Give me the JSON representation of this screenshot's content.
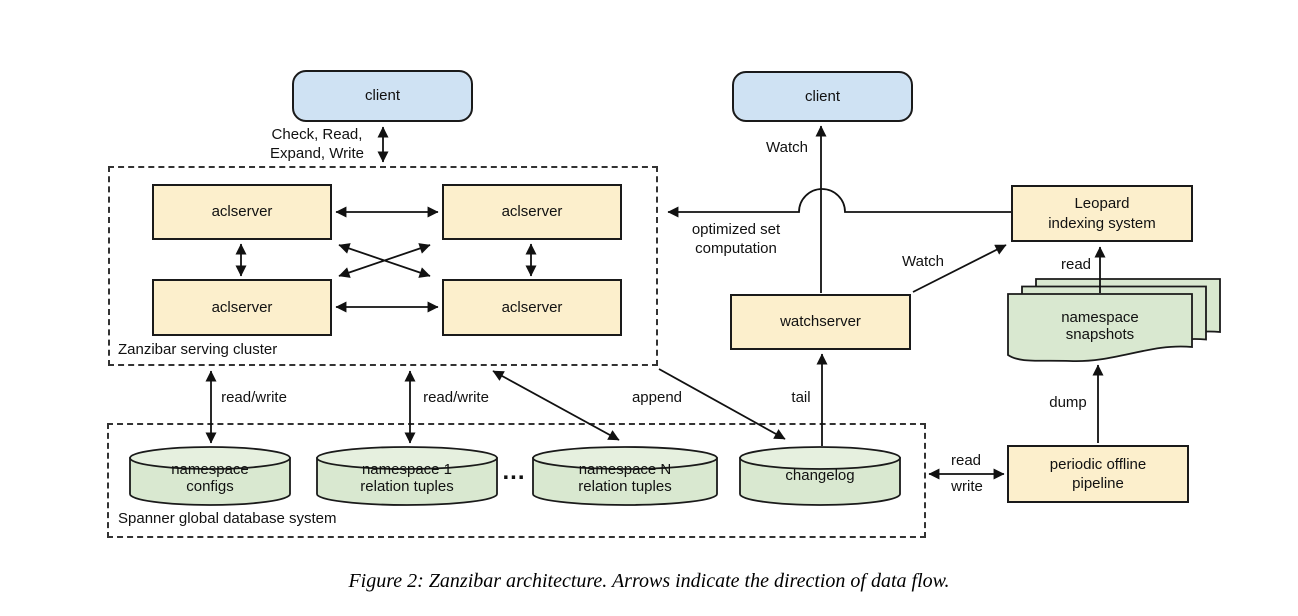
{
  "colors": {
    "box_yellow": "#fcefcc",
    "box_blue": "#cfe2f3",
    "db_green": "#d9e8d0",
    "db_green_top": "#e6f0df",
    "line": "#111111"
  },
  "nodes": {
    "client_left": "client",
    "client_right": "client",
    "aclservers": [
      "aclserver",
      "aclserver",
      "aclserver",
      "aclserver"
    ],
    "watchserver": "watchserver",
    "leopard": {
      "lines": [
        "Leopard",
        "indexing system"
      ]
    },
    "pipeline": {
      "lines": [
        "periodic offline",
        "pipeline"
      ]
    },
    "snapshots": {
      "lines": [
        "namespace",
        "snapshots"
      ]
    },
    "cluster_label": "Zanzibar serving cluster",
    "spanner_label": "Spanner global database system",
    "cylinders": [
      {
        "lines": [
          "namespace",
          "configs"
        ]
      },
      {
        "lines": [
          "namespace 1",
          "relation tuples"
        ]
      },
      {
        "lines": [
          "namespace N",
          "relation tuples"
        ]
      },
      {
        "lines": [
          "changelog"
        ]
      }
    ],
    "ellipsis": "..."
  },
  "edge_labels": {
    "client_ops": {
      "lines": [
        "Check, Read,",
        "Expand, Write"
      ]
    },
    "watch_client": "Watch",
    "watch_leopard": "Watch",
    "optimized": {
      "lines": [
        "optimized set",
        "computation"
      ]
    },
    "read_snapshots": "read",
    "read_write_1": "read/write",
    "read_write_2": "read/write",
    "append": "append",
    "tail": "tail",
    "dump": "dump",
    "read_pipeline": "read",
    "write_pipeline": "write"
  },
  "caption": "Figure 2: Zanzibar architecture. Arrows indicate the direction of data flow."
}
